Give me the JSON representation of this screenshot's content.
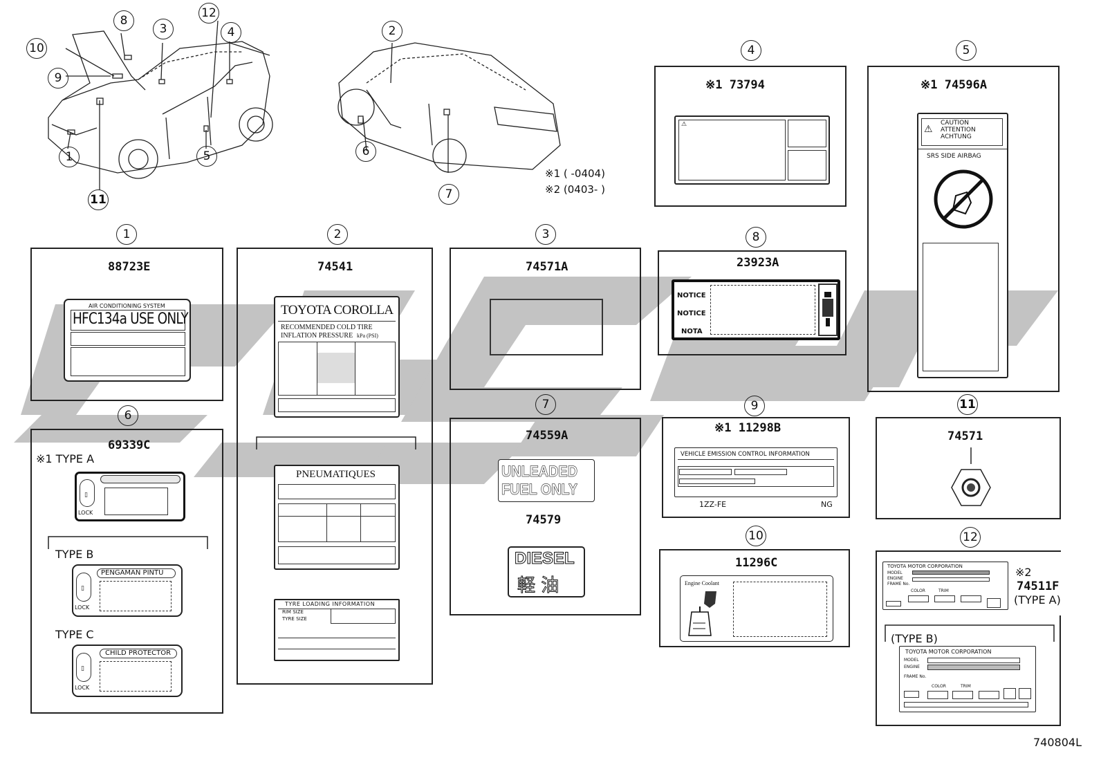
{
  "diagram_ref": "740804L",
  "notes": {
    "n1": "※1 (       -0404)",
    "n2": "※2 (0403-       )"
  },
  "callouts": [
    "1",
    "2",
    "3",
    "4",
    "5",
    "6",
    "7",
    "8",
    "9",
    "10",
    "11",
    "12"
  ],
  "panels": {
    "p1": {
      "num": "1",
      "part": "88723E",
      "header": "AIR CONDITIONING SYSTEM",
      "main": "HFC134a USE ONLY"
    },
    "p2": {
      "num": "2",
      "part": "74541",
      "title": "TOYOTA COROLLA",
      "line1": "RECOMMENDED COLD TIRE",
      "line2": "INFLATION PRESSURE",
      "line2b": "kPa (PSI)",
      "b_title": "PNEUMATIQUES",
      "c_title": "TYRE LOADING INFORMATION",
      "c_r1": "RIM SIZE",
      "c_r2": "TYRE SIZE"
    },
    "p3": {
      "num": "3",
      "part": "74571A"
    },
    "p4": {
      "num": "4",
      "part": "※1 73794"
    },
    "p5": {
      "num": "5",
      "part": "※1 74596A",
      "caution": [
        "CAUTION",
        "ATTENTION",
        "ACHTUNG"
      ],
      "airbag": "SRS SIDE AIRBAG"
    },
    "p6": {
      "num": "6",
      "part": "69339C",
      "type_a": "※1 TYPE A",
      "type_b": "TYPE B",
      "type_c": "TYPE C",
      "b_text": "PENGAMAN PINTU",
      "c_text": "CHILD PROTECTOR",
      "lock": "LOCK"
    },
    "p7": {
      "num": "7",
      "part1": "74559A",
      "text1a": "UNLEADED",
      "text1b": "FUEL ONLY",
      "part2": "74579",
      "text2a": "DIESEL",
      "text2b": "軽 油"
    },
    "p8": {
      "num": "8",
      "part": "23923A",
      "rows": [
        "NOTICE",
        "NOTICE",
        "NOTA"
      ]
    },
    "p9": {
      "num": "9",
      "part": "※1 11298B",
      "header": "VEHICLE EMISSION CONTROL INFORMATION",
      "engine": "1ZZ-FE",
      "ng": "NG"
    },
    "p10": {
      "num": "10",
      "part": "11296C",
      "coolant": "Engine Coolant"
    },
    "p11": {
      "num": "11",
      "part": "74571"
    },
    "p12": {
      "num": "12",
      "note": "※2",
      "part": "74511F",
      "type_a": "(TYPE A)",
      "type_b": "(TYPE B)",
      "corp": "TOYOTA MOTOR CORPORATION",
      "model": "MODEL",
      "engine": "ENGINE",
      "frame": "FRAME No.",
      "color": "COLOR",
      "trim": "TRIM"
    }
  }
}
